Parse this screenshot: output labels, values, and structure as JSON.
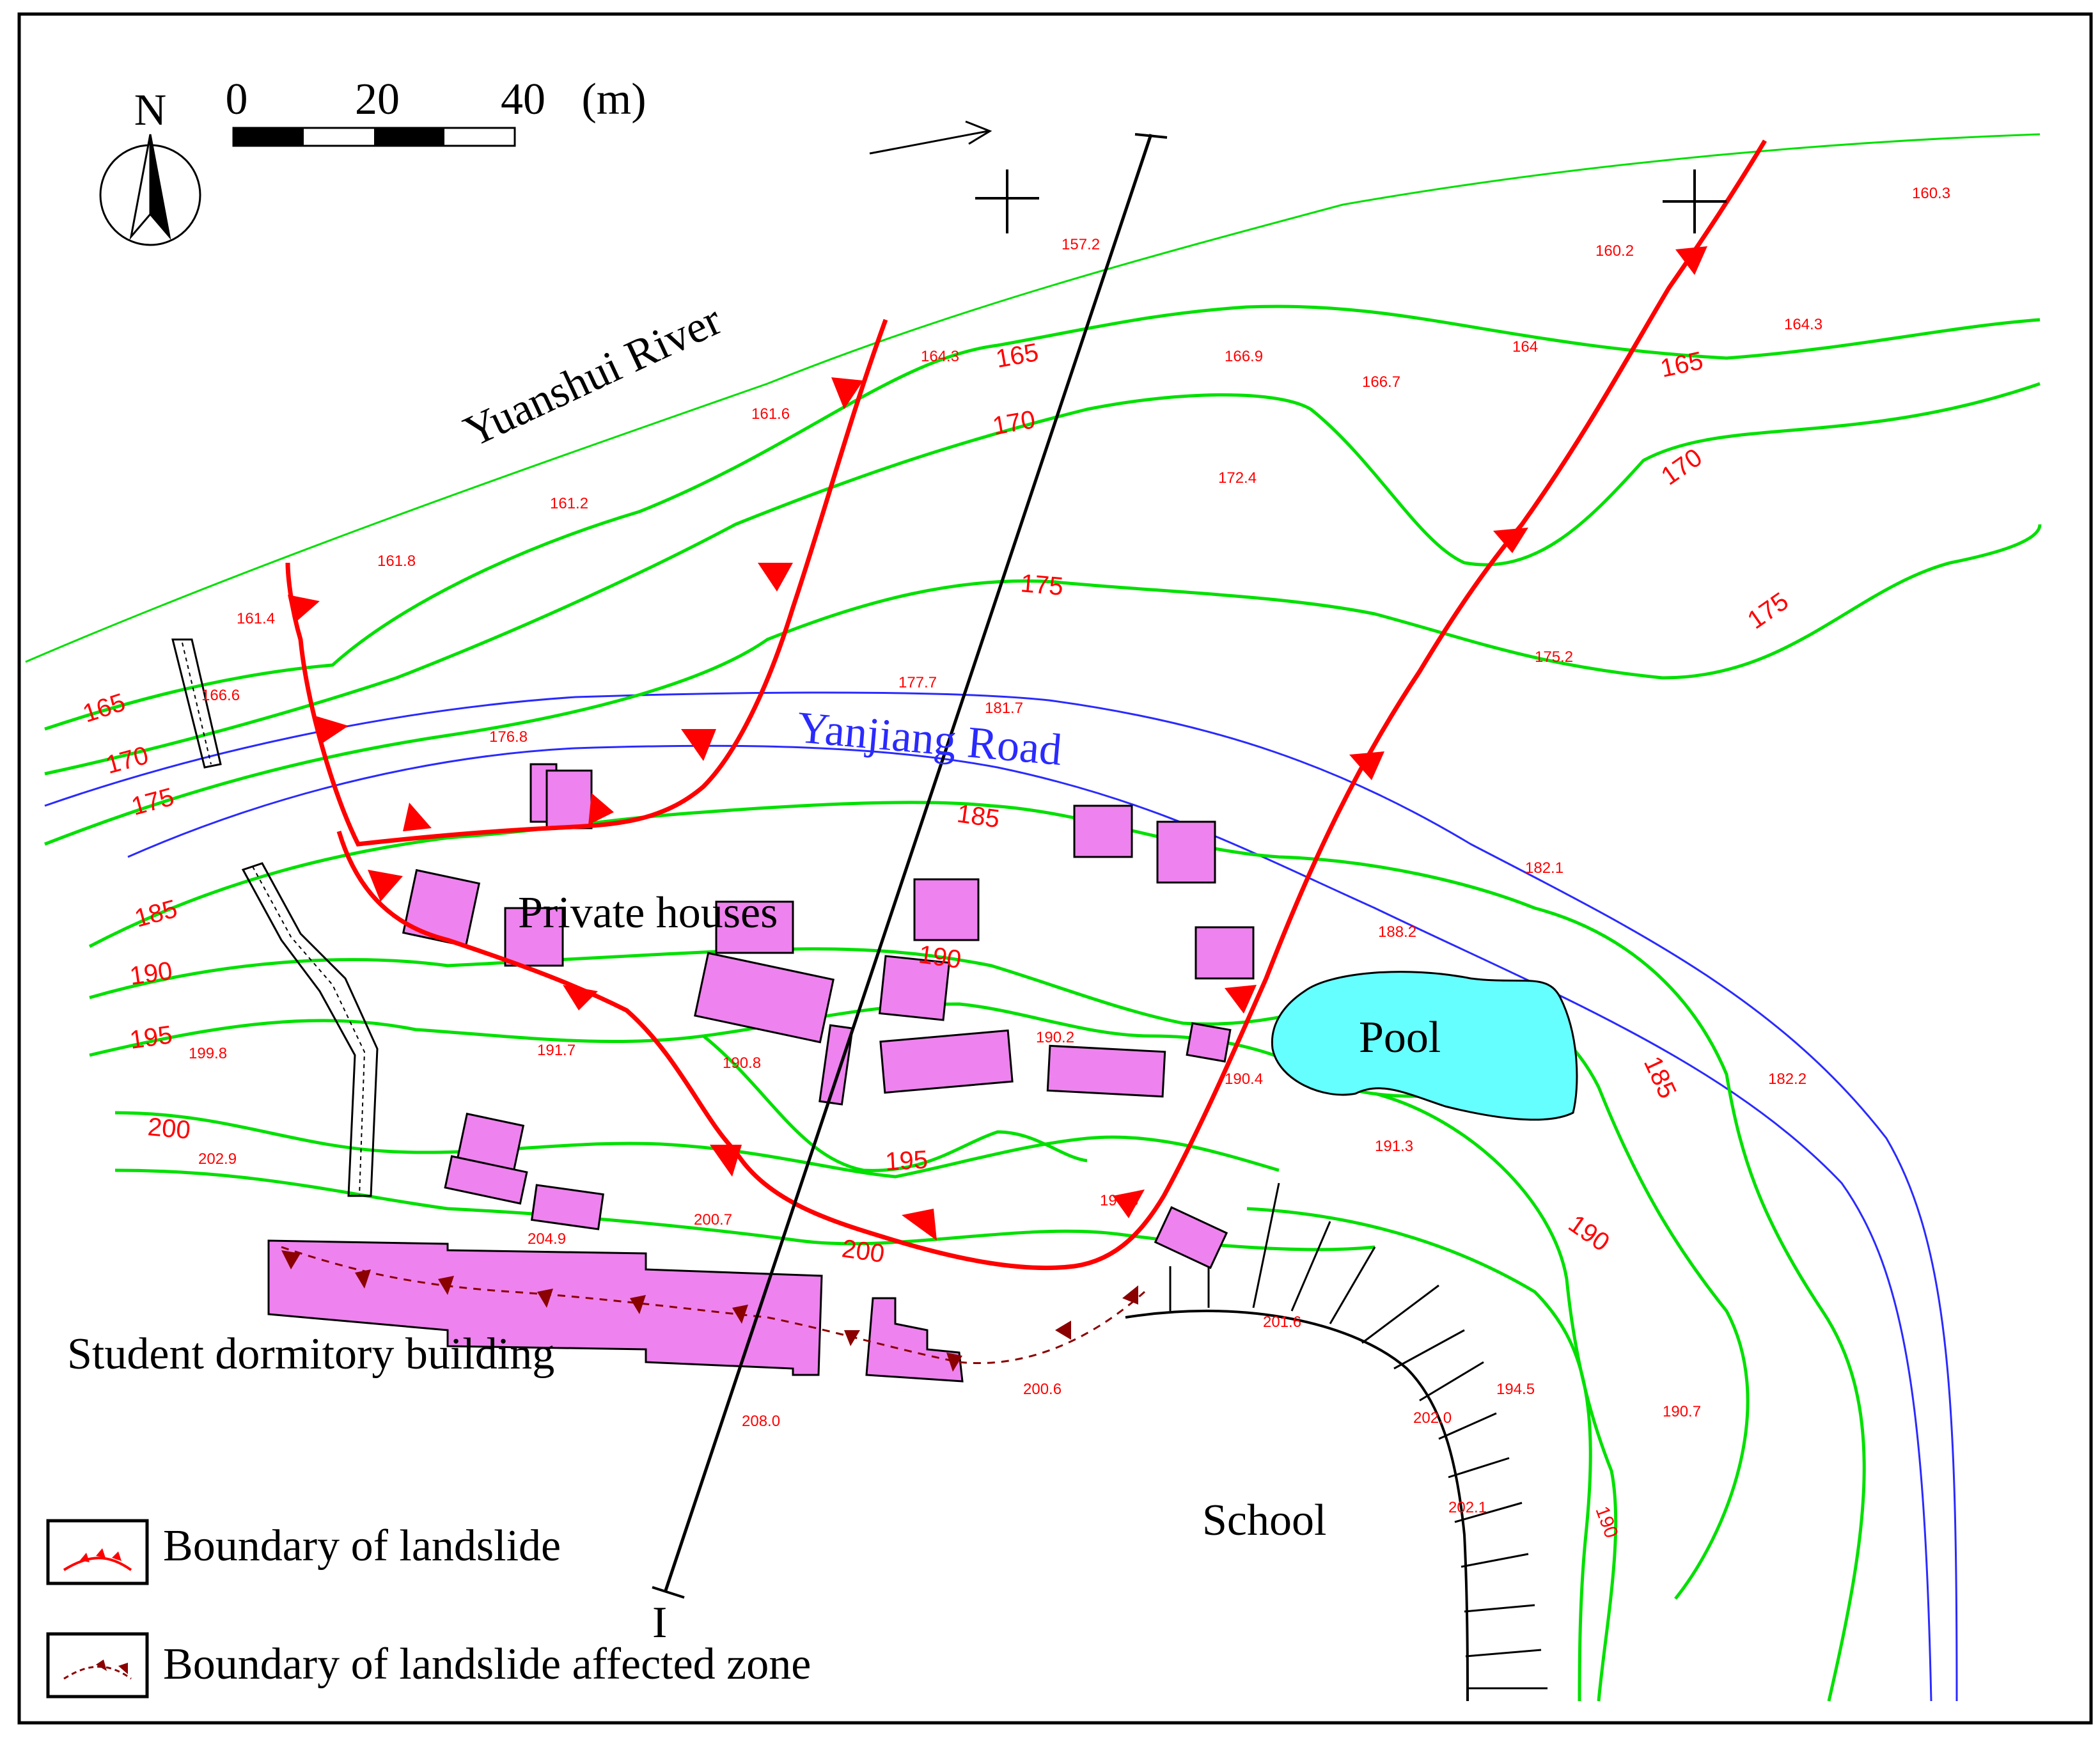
{
  "colors": {
    "contour": "#00e000",
    "landslide_boundary": "#ff0000",
    "affected_zone": "#8b0000",
    "road": "#2a2aff",
    "buildings": "#ee82ee",
    "pool": "#66ffff",
    "text_red": "#ff0000"
  },
  "north": {
    "label": "N"
  },
  "scale": {
    "ticks": [
      "0",
      "20",
      "40"
    ],
    "unit": "(m)"
  },
  "section": {
    "label": "I"
  },
  "labels": {
    "river": "Yuanshui River",
    "road": "Yanjiang Road",
    "private_houses": "Private houses",
    "pool": "Pool",
    "dormitory": "Student dormitory building",
    "school": "School"
  },
  "contour_labels": {
    "c1": "165",
    "c2": "170",
    "c3": "175",
    "c4": "165",
    "c5": "170",
    "c6": "175",
    "c7": "185",
    "c8": "190",
    "c9": "195",
    "c10": "200",
    "c11": "165",
    "c12": "170",
    "c13": "175",
    "c14": "185",
    "c15": "190",
    "c16": "195",
    "c17": "200",
    "c18": "185",
    "c19": "190",
    "c20": "190"
  },
  "spot_heights": {
    "s1": "157.2",
    "s2": "160.2",
    "s3": "160.3",
    "s4": "164.3",
    "s5": "166.9",
    "s6": "164",
    "s7": "164.3",
    "s8": "166.7",
    "s9": "161.6",
    "s10": "172.4",
    "s11": "161.2",
    "s12": "161.8",
    "s13": "161.4",
    "s14": "166.6",
    "s15": "177.7",
    "s16": "181.7",
    "s17": "175.2",
    "s18": "176.8",
    "s19": "182.1",
    "s20": "188.2",
    "s21": "199.8",
    "s22": "191.7",
    "s23": "190.8",
    "s24": "190.2",
    "s25": "190.4",
    "s26": "182.2",
    "s27": "202.9",
    "s28": "191.3",
    "s29": "196.8",
    "s30": "204.9",
    "s31": "200.7",
    "s32": "201.6",
    "s33": "200.6",
    "s34": "208.0",
    "s35": "194.5",
    "s36": "202.0",
    "s37": "190.7",
    "s38": "202.1"
  },
  "legend": {
    "landslide": "Boundary of landslide",
    "affected": "Boundary of landslide affected zone"
  }
}
